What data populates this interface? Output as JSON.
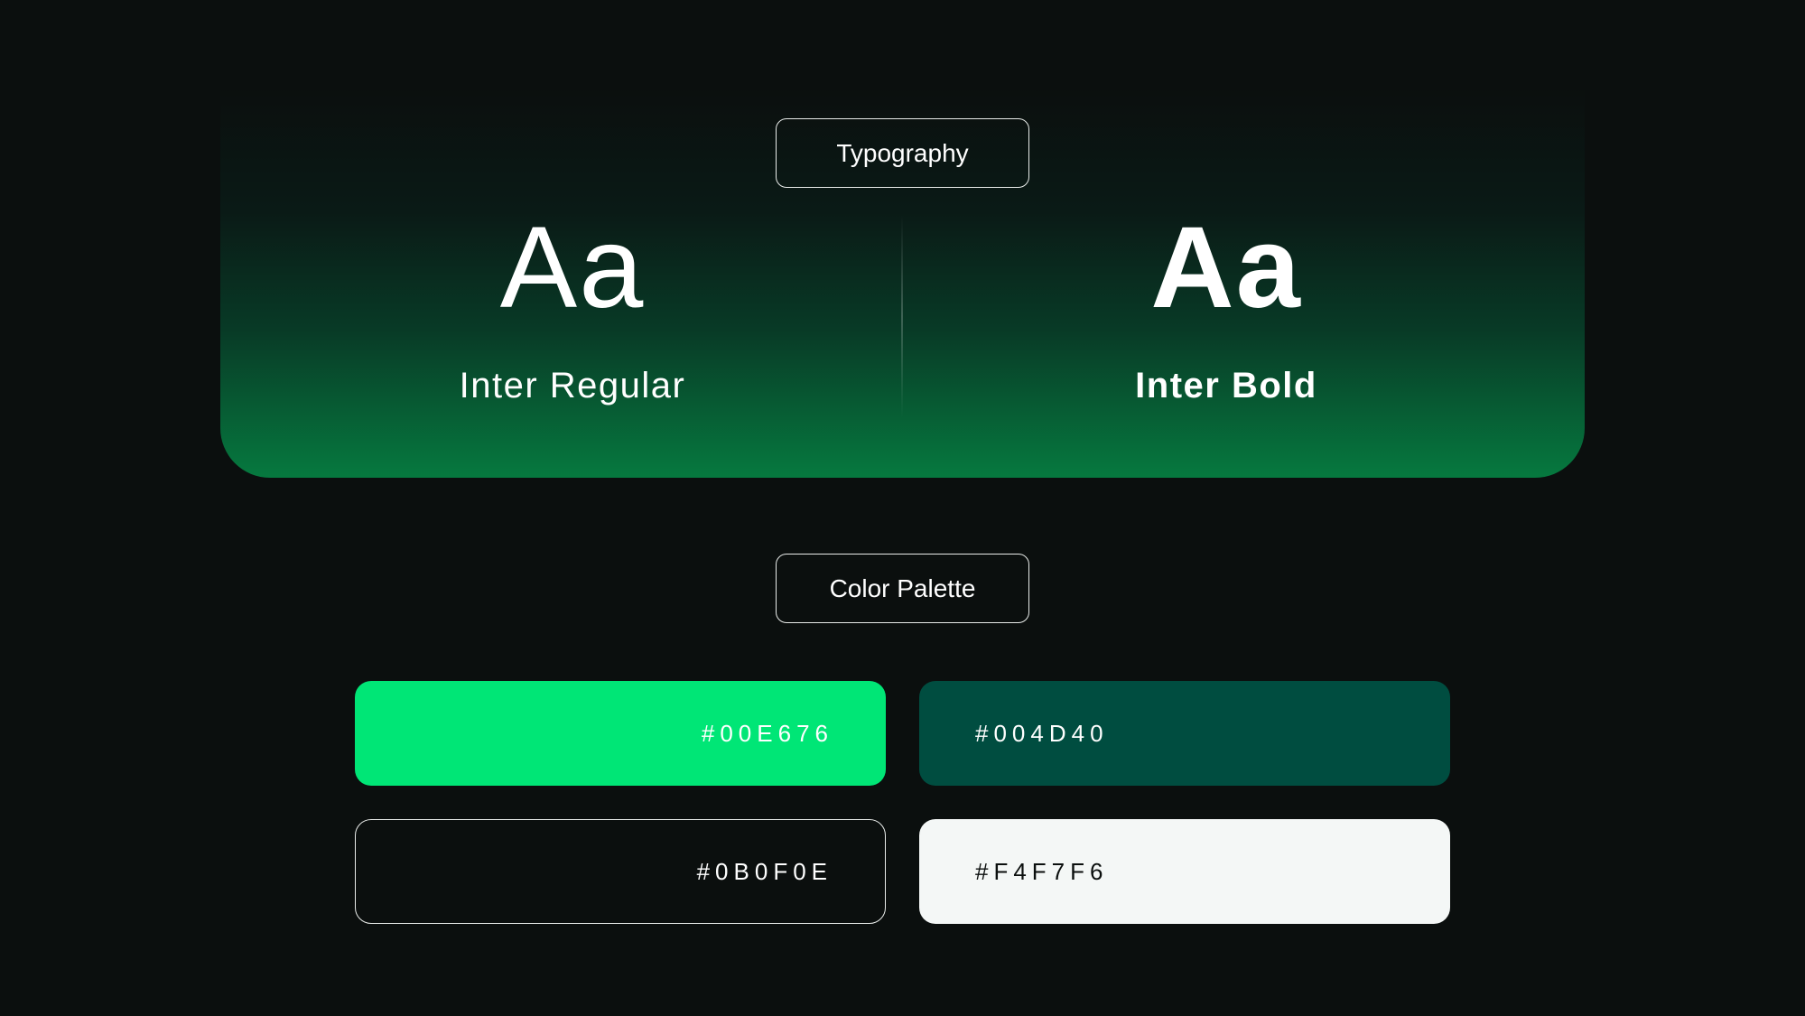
{
  "typography": {
    "label": "Typography",
    "regular": {
      "glyph": "Aa",
      "name": "Inter Regular"
    },
    "bold": {
      "glyph": "Aa",
      "name": "Inter Bold"
    }
  },
  "palette": {
    "label": "Color Palette",
    "swatches": [
      {
        "hex": "#00E676",
        "color": "#00E676"
      },
      {
        "hex": "#004D40",
        "color": "#004D40"
      },
      {
        "hex": "#0B0F0E",
        "color": "#0B0F0E"
      },
      {
        "hex": "#F4F7F6",
        "color": "#F4F7F6"
      }
    ]
  },
  "colors": {
    "background": "#0B0F0E",
    "panel_gradient_end": "#06793F"
  }
}
